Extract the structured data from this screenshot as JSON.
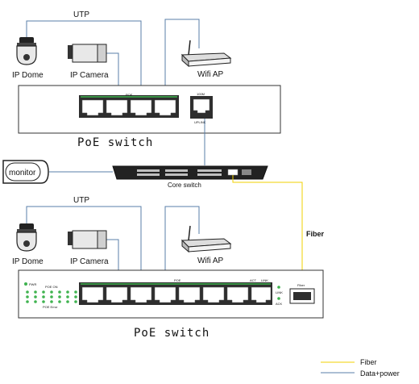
{
  "top_section": {
    "utp_label": "UTP",
    "devices": {
      "ip_dome": "IP Dome",
      "ip_camera": "IP Camera",
      "wifi_ap": "Wifi AP"
    },
    "switch": {
      "poe_label": "POE",
      "uplink_speed": "100M",
      "uplink_label": "UPLINK",
      "title": "PoE switch"
    }
  },
  "monitor_label": "monitor",
  "core_switch_label": "Core switch",
  "fiber_label": "Fiber",
  "bottom_section": {
    "utp_label": "UTP",
    "devices": {
      "ip_dome": "IP Dome",
      "ip_camera": "IP Camera",
      "wifi_ap": "Wifi AP"
    },
    "switch": {
      "pwr_label": "PWR",
      "poe_on_label": "POE ON",
      "poe_error_label": "POE Error",
      "poe_label": "POE",
      "act_label": "ACT",
      "link_label": "LINK",
      "link_small": "LINK",
      "act_small": "ACK",
      "fiber_port_label": "Fiber",
      "title": "PoE switch"
    }
  },
  "legend": {
    "items": [
      {
        "label": "Fiber",
        "color": "#f0d000"
      },
      {
        "label": "Data+power",
        "color": "#5a7fa8"
      }
    ]
  },
  "colors": {
    "utp_line": "#5a7fa8",
    "fiber_line": "#f0d000",
    "port_led": "#3fb34f",
    "switch_border": "#333333"
  }
}
